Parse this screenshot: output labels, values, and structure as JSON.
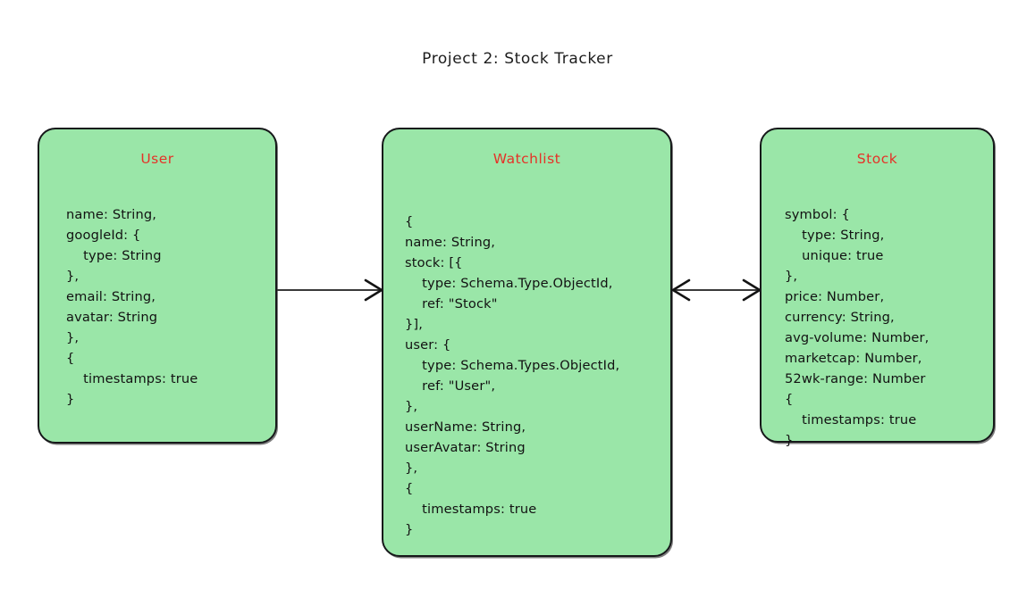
{
  "title": "Project 2: Stock Tracker",
  "colors": {
    "entity_fill": "#9ae6a8",
    "entity_border": "#16181a",
    "entity_title": "#e53228",
    "body_text": "#121212",
    "background": "#ffffff",
    "connector": "#3a3a3a"
  },
  "entities": {
    "user": {
      "title": "User",
      "lines": [
        "name: String,",
        "googleId: {",
        "    type: String",
        "},",
        "email: String,",
        "avatar: String",
        "},",
        "{",
        "    timestamps: true",
        "}"
      ]
    },
    "watchlist": {
      "title": "Watchlist",
      "lines": [
        "{",
        "name: String,",
        "stock: [{",
        "    type: Schema.Type.ObjectId,",
        "    ref: \"Stock\"",
        "}],",
        "user: {",
        "    type: Schema.Types.ObjectId,",
        "    ref: \"User\",",
        "},",
        "userName: String,",
        "userAvatar: String",
        "},",
        "{",
        "    timestamps: true",
        "}"
      ]
    },
    "stock": {
      "title": "Stock",
      "lines": [
        "symbol: {",
        "    type: String,",
        "    unique: true",
        "},",
        "price: Number,",
        "currency: String,",
        "avg-volume: Number,",
        "marketcap: Number,",
        "52wk-range: Number",
        "{",
        "    timestamps: true",
        "}"
      ]
    }
  },
  "connectors": [
    {
      "name": "user-to-watchlist",
      "from": "user",
      "to": "watchlist",
      "source_marker": "none",
      "target_marker": "crowsfoot-left"
    },
    {
      "name": "watchlist-to-stock",
      "from": "watchlist",
      "to": "stock",
      "source_marker": "crowsfoot-right",
      "target_marker": "crowsfoot-left"
    }
  ]
}
